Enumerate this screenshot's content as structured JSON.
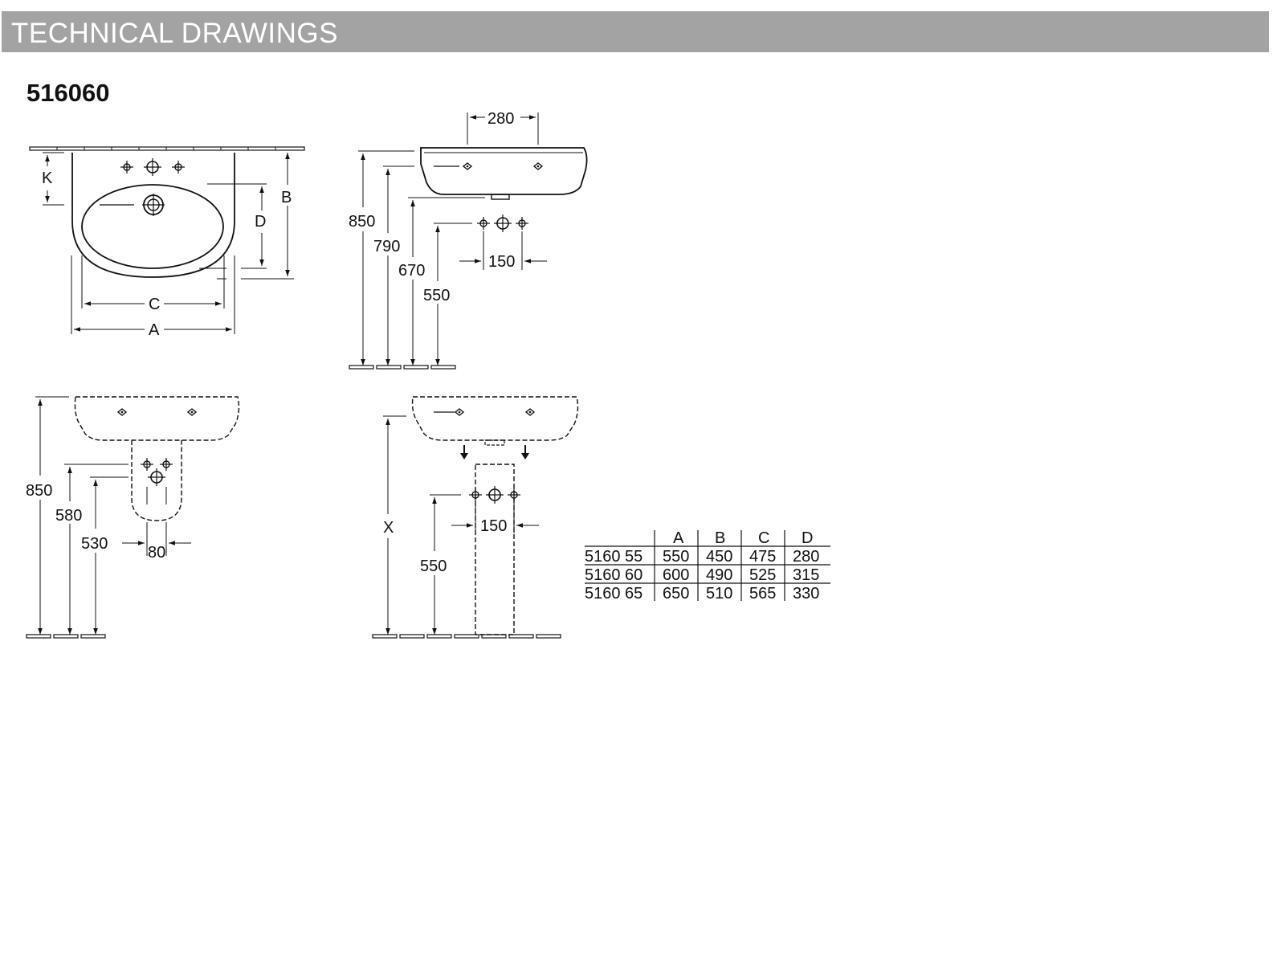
{
  "header": {
    "title": "TECHNICAL DRAWINGS"
  },
  "product": {
    "code": "516060"
  },
  "views": {
    "top": {
      "dim_k": "K",
      "dim_b": "B",
      "dim_d": "D",
      "dim_c": "C",
      "dim_a": "A"
    },
    "side": {
      "dim_depth": "280",
      "h_850": "850",
      "h_790": "790",
      "h_670": "670",
      "h_550": "550",
      "tap_spacing": "150"
    },
    "semipedestal": {
      "h_850": "850",
      "h_580": "580",
      "h_530": "530",
      "waste_spacing": "80"
    },
    "pedestal": {
      "dim_x": "X",
      "h_550": "550",
      "tap_spacing": "150"
    }
  },
  "dimension_table": {
    "headers": [
      "",
      "A",
      "B",
      "C",
      "D"
    ],
    "rows": [
      [
        "5160 55",
        "550",
        "450",
        "475",
        "280"
      ],
      [
        "5160 60",
        "600",
        "490",
        "525",
        "315"
      ],
      [
        "5160 65",
        "650",
        "510",
        "565",
        "330"
      ]
    ]
  }
}
